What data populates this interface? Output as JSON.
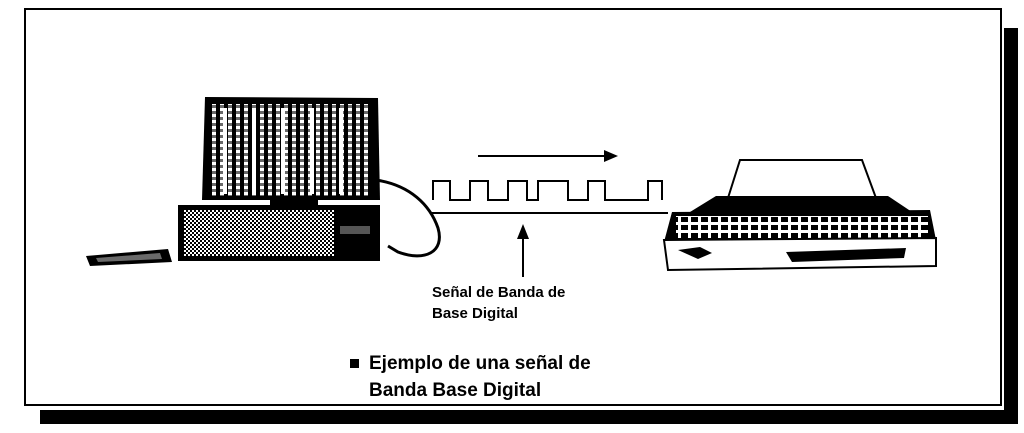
{
  "slide": {
    "signal_label_line1": "Señal de Banda de",
    "signal_label_line2": "Base Digital",
    "bullet_line1": "Ejemplo de una señal de",
    "bullet_line2": "Banda Base Digital"
  },
  "icons": {
    "computer": "desktop-computer-icon",
    "printer": "dot-matrix-printer-icon",
    "direction_arrow": "arrow-right-icon",
    "pointer_arrow": "arrow-up-icon"
  },
  "colors": {
    "ink": "#000000",
    "paper": "#ffffff",
    "halftone": "#8a8a8a"
  }
}
